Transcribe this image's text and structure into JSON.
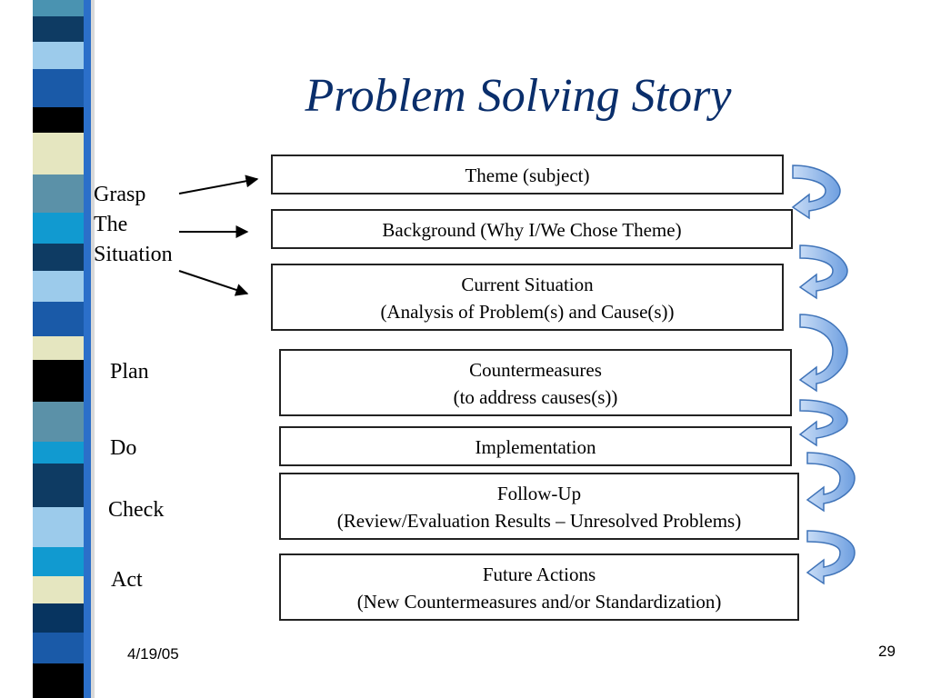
{
  "slide": {
    "title": "Problem Solving Story",
    "date": "4/19/05",
    "page_number": "29",
    "strip_colors": [
      "#0e3b63",
      "#4a93b1",
      "#e5e6c0",
      "#1a5aa8",
      "#000000",
      "#9ccbeb",
      "#2b6fc9",
      "#119ad0",
      "#5b91a8",
      "#073460"
    ]
  },
  "phases": {
    "grasp": [
      "Grasp",
      "The",
      "Situation"
    ],
    "plan": "Plan",
    "do": "Do",
    "check": "Check",
    "act": "Act"
  },
  "steps": [
    {
      "line1": "Theme (subject)",
      "line2": ""
    },
    {
      "line1": "Background (Why I/We Chose Theme)",
      "line2": ""
    },
    {
      "line1": "Current Situation",
      "line2": "(Analysis of Problem(s) and Cause(s))"
    },
    {
      "line1": "Countermeasures",
      "line2": "(to address causes(s))"
    },
    {
      "line1": "Implementation",
      "line2": ""
    },
    {
      "line1": "Follow-Up",
      "line2": "(Review/Evaluation Results – Unresolved Problems)"
    },
    {
      "line1": "Future Actions",
      "line2": "(New Countermeasures and/or Standardization)"
    }
  ]
}
